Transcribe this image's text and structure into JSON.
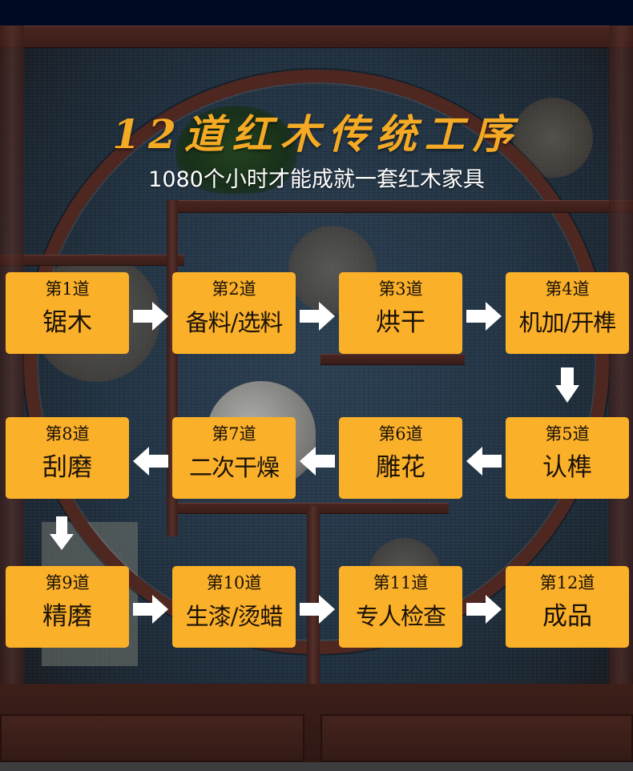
{
  "header": {
    "title": "12道红木传统工序",
    "subtitle": "1080个小时才能成就一套红木家具"
  },
  "colors": {
    "accent": "#fbb02a",
    "title": "#f4aa24",
    "topbar": "#000a22",
    "arrow": "#ffffff"
  },
  "steps": [
    {
      "num": "第1道",
      "name": "锯木"
    },
    {
      "num": "第2道",
      "name": "备料/选料"
    },
    {
      "num": "第3道",
      "name": "烘干"
    },
    {
      "num": "第4道",
      "name": "机加/开榫"
    },
    {
      "num": "第5道",
      "name": "认榫"
    },
    {
      "num": "第6道",
      "name": "雕花"
    },
    {
      "num": "第7道",
      "name": "二次干燥"
    },
    {
      "num": "第8道",
      "name": "刮磨"
    },
    {
      "num": "第9道",
      "name": "精磨"
    },
    {
      "num": "第10道",
      "name": "生漆/烫蜡"
    },
    {
      "num": "第11道",
      "name": "专人检查"
    },
    {
      "num": "第12道",
      "name": "成品"
    }
  ],
  "arrows": [
    {
      "icon": "arrow-right-icon"
    },
    {
      "icon": "arrow-down-icon"
    },
    {
      "icon": "arrow-left-icon"
    }
  ]
}
